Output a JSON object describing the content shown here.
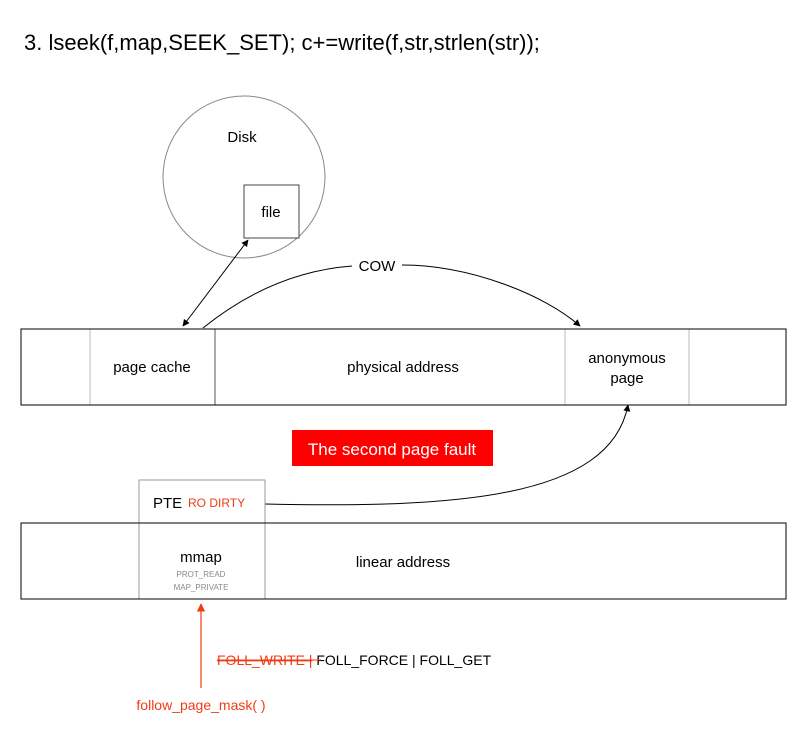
{
  "title": "3. lseek(f,map,SEEK_SET); c+=write(f,str,strlen(str));",
  "disk": {
    "label": "Disk",
    "file_label": "file"
  },
  "cow_label": "COW",
  "physical_row": {
    "page_cache": "page cache",
    "physical_address": "physical address",
    "anonymous_page_line1": "anonymous",
    "anonymous_page_line2": "page"
  },
  "banner": {
    "text": "The second page fault",
    "bg_color": "#ff0000",
    "text_color": "#ffffff"
  },
  "pte": {
    "label": "PTE",
    "flags": "RO DIRTY"
  },
  "linear_row": {
    "mmap": "mmap",
    "prot": "PROT_READ",
    "map": "MAP_PRIVATE",
    "linear_address": "linear address"
  },
  "flags": {
    "struck": "FOLL_WRITE |",
    "rest": " FOLL_FORCE | FOLL_GET"
  },
  "function_label": "follow_page_mask( )",
  "colors": {
    "accent_red": "#f03c14",
    "banner_red": "#ff0000",
    "line": "#000000",
    "disk_outline": "#888888"
  }
}
